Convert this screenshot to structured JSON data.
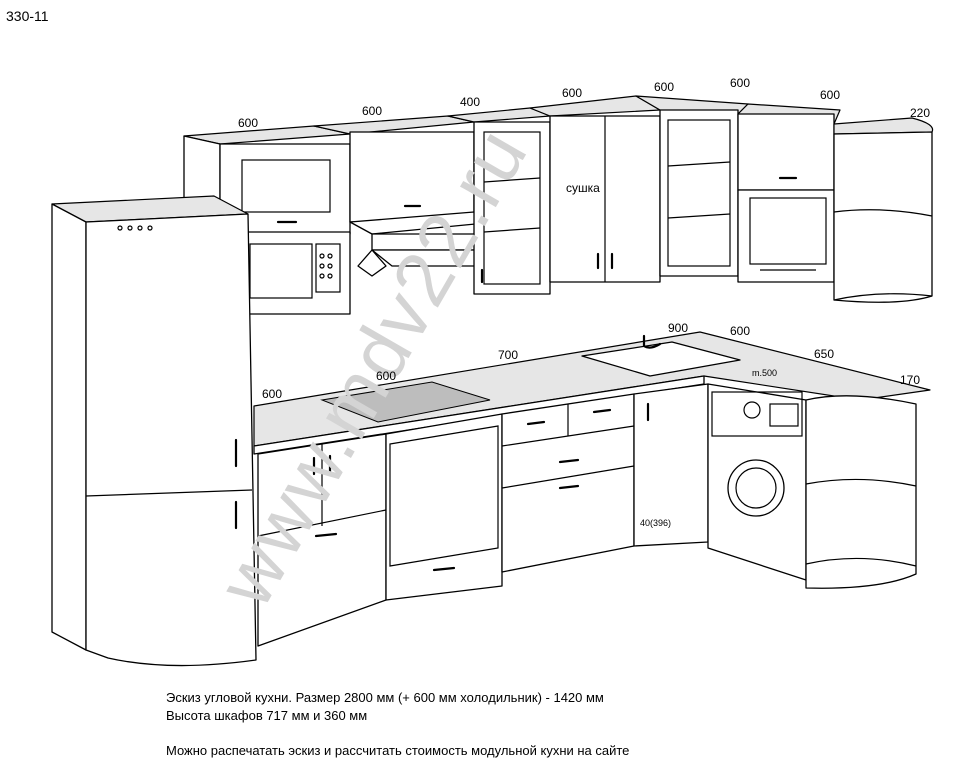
{
  "drawing_code": "330-11",
  "dimensions": {
    "upper_1": "600",
    "upper_2": "600",
    "upper_3": "400",
    "upper_4": "600",
    "upper_5": "600",
    "upper_6": "600",
    "upper_7": "600",
    "upper_8": "220",
    "lower_left": "600",
    "hob": "600",
    "lower_700": "700",
    "sink": "900",
    "lower_600": "600",
    "lower_650": "650",
    "lower_170": "170",
    "washer_note": "m.500",
    "cabinet_note": "40(396)"
  },
  "labels": {
    "dryer": "сушка",
    "watermark": "www.mdv22.ru"
  },
  "caption": {
    "line1": "Эскиз угловой кухни. Размер 2800 мм  (+ 600 мм холодильник) - 1420 мм",
    "line2": "Высота шкафов 717 мм и 360 мм",
    "line3": "Можно распечатать эскиз и рассчитать стоимость модульной кухни на сайте"
  }
}
